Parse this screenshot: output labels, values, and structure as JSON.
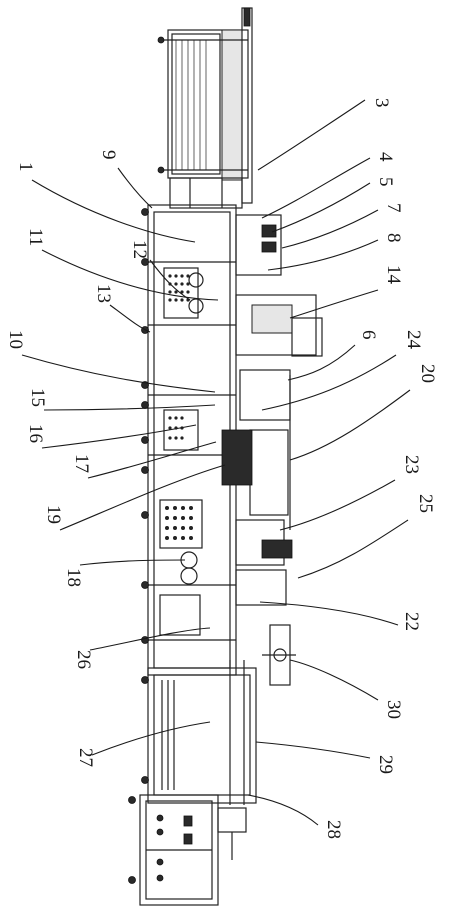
{
  "labels": [
    {
      "id": "3",
      "text": "3"
    },
    {
      "id": "4",
      "text": "4"
    },
    {
      "id": "5",
      "text": "5"
    },
    {
      "id": "7",
      "text": "7"
    },
    {
      "id": "8",
      "text": "8"
    },
    {
      "id": "9",
      "text": "9"
    },
    {
      "id": "1",
      "text": "1"
    },
    {
      "id": "11",
      "text": "11"
    },
    {
      "id": "12",
      "text": "12"
    },
    {
      "id": "13",
      "text": "13"
    },
    {
      "id": "14",
      "text": "14"
    },
    {
      "id": "6",
      "text": "6"
    },
    {
      "id": "24",
      "text": "24"
    },
    {
      "id": "20",
      "text": "20"
    },
    {
      "id": "10",
      "text": "10"
    },
    {
      "id": "15",
      "text": "15"
    },
    {
      "id": "16",
      "text": "16"
    },
    {
      "id": "17",
      "text": "17"
    },
    {
      "id": "23",
      "text": "23"
    },
    {
      "id": "25",
      "text": "25"
    },
    {
      "id": "19",
      "text": "19"
    },
    {
      "id": "18",
      "text": "18"
    },
    {
      "id": "22",
      "text": "22"
    },
    {
      "id": "26",
      "text": "26"
    },
    {
      "id": "30",
      "text": "30"
    },
    {
      "id": "27",
      "text": "27"
    },
    {
      "id": "29",
      "text": "29"
    },
    {
      "id": "28",
      "text": "28"
    }
  ]
}
